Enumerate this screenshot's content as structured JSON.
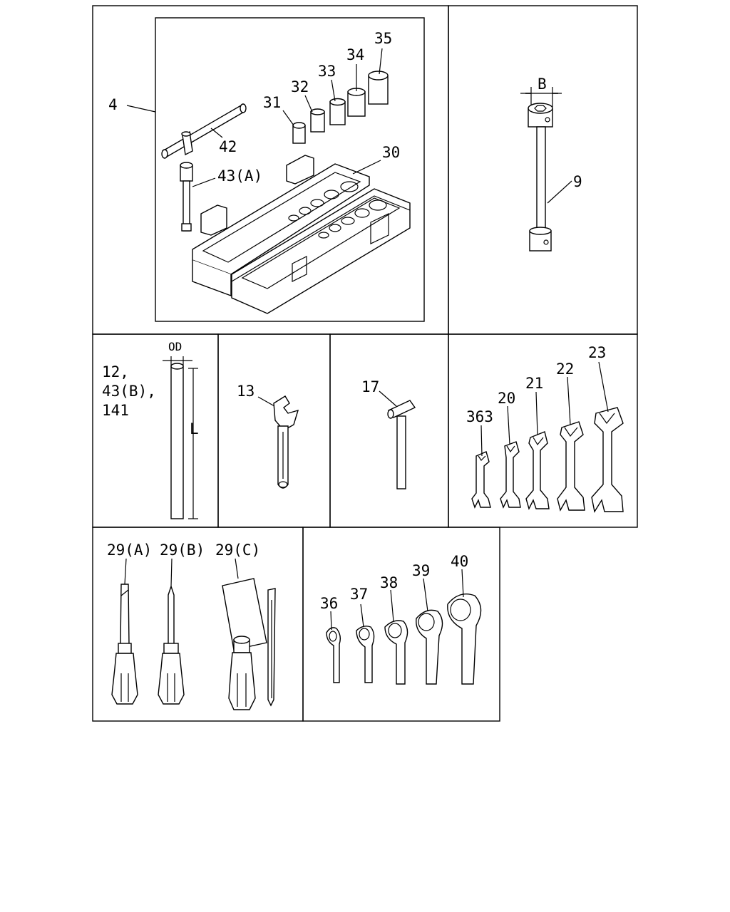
{
  "labels": {
    "p4": "4",
    "p42": "42",
    "p43a": "43(A)",
    "p30": "30",
    "p31": "31",
    "p32": "32",
    "p33": "33",
    "p34": "34",
    "p35": "35",
    "dimB": "B",
    "p9": "9",
    "dimOD": "OD",
    "p12": "12,",
    "p43b": "43(B),",
    "p141": "141",
    "dimL": "L",
    "p13": "13",
    "p17": "17",
    "p363": "363",
    "p20": "20",
    "p21": "21",
    "p22": "22",
    "p23": "23",
    "p29a": "29(A)",
    "p29b": "29(B)",
    "p29c": "29(C)",
    "p36": "36",
    "p37": "37",
    "p38": "38",
    "p39": "39",
    "p40": "40"
  }
}
